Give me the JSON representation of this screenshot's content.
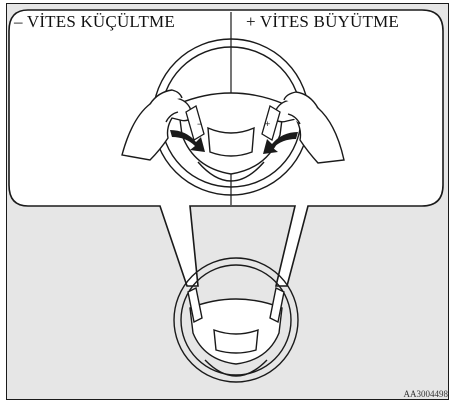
{
  "labels": {
    "downshift": "– VİTES KÜÇÜLTME",
    "upshift": "+ VİTES BÜYÜTME"
  },
  "figure_code": "AA3004498",
  "colors": {
    "background": "#e6e6e6",
    "callout": "#ffffff",
    "line": "#1a1a1a"
  }
}
